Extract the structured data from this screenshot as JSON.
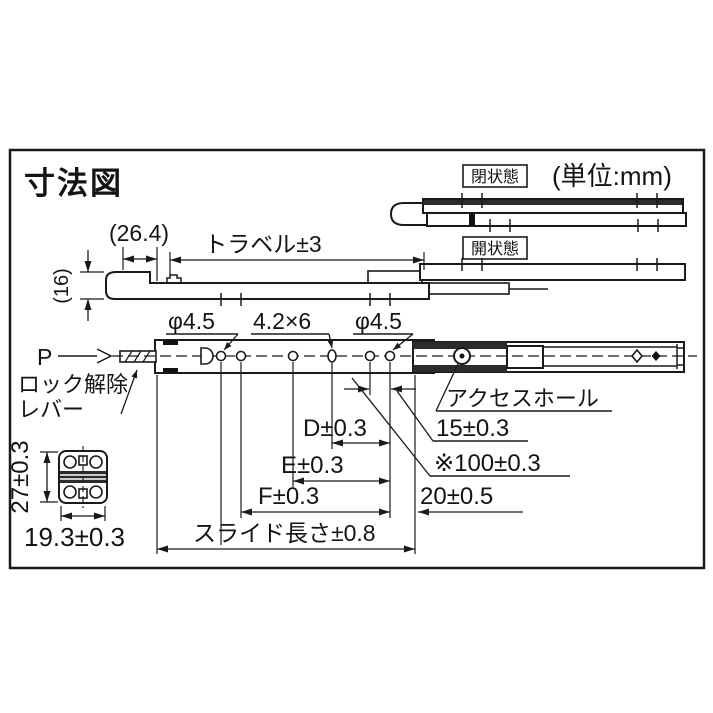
{
  "page": {
    "title": "寸法図",
    "unit_note": "(単位:mm)",
    "background": "#ffffff",
    "line_color": "#1a1a1a"
  },
  "state_labels": {
    "closed": "閉状態",
    "open": "開状態"
  },
  "dimensions": {
    "bracket_offset": "(26.4)",
    "bracket_height": "(16)",
    "travel": "トラベル±3",
    "hole_dia_front": "φ4.5",
    "slot_size": "4.2×6",
    "hole_dia_rear": "φ4.5",
    "pitch_d": "D±0.3",
    "pitch_e": "E±0.3",
    "pitch_f": "F±0.3",
    "end_pitch_15": "15±0.3",
    "hole_pitch_100": "※100±0.3",
    "end_offset_20": "20±0.5",
    "slide_length": "スライド長さ±0.8",
    "section_height": "27±0.3",
    "section_width": "19.3±0.3"
  },
  "callouts": {
    "datum_p": "P",
    "lock_release_line1": "ロック解除",
    "lock_release_line2": "レバー",
    "access_hole": "アクセスホール"
  }
}
